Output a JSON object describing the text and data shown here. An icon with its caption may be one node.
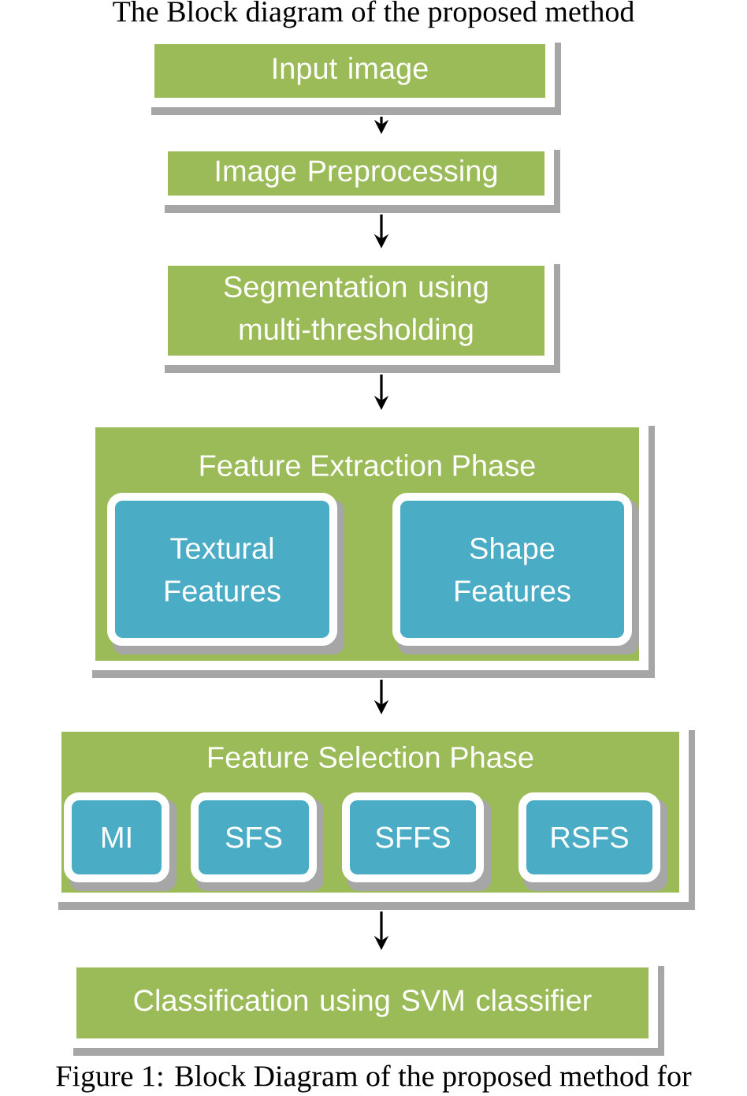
{
  "diagram": {
    "title": "The Block diagram of the proposed method",
    "caption": "Figure 1: Block Diagram of the proposed method for",
    "nodes": [
      {
        "text": [
          "Input image"
        ]
      },
      {
        "text": [
          "Image Preprocessing"
        ]
      },
      {
        "text": [
          "Segmentation using multi-thresholding"
        ]
      },
      {
        "text": [
          "Feature Extraction Phase"
        ]
      },
      {
        "text": [
          "Textural Features"
        ],
        "in": 3
      },
      {
        "text": [
          "Shape Features"
        ],
        "in": 3
      },
      {
        "text": [
          "Feature Selection Phase"
        ]
      },
      {
        "text": [
          "MI"
        ],
        "in": 6
      },
      {
        "text": [
          "SFS"
        ],
        "in": 6
      },
      {
        "text": [
          "SFFS"
        ],
        "in": 6
      },
      {
        "text": [
          "RSFS"
        ],
        "in": 6
      },
      {
        "text": [
          "Classification using SVM classifier"
        ]
      }
    ],
    "edges": [
      {
        "from": 0,
        "to": 1,
        "arrow": "to"
      },
      {
        "from": 1,
        "to": 2,
        "arrow": "to"
      },
      {
        "from": 2,
        "to": 3,
        "arrow": "to"
      },
      {
        "from": 3,
        "to": 6,
        "arrow": "to"
      },
      {
        "from": 6,
        "to": 11,
        "arrow": "to"
      }
    ]
  }
}
